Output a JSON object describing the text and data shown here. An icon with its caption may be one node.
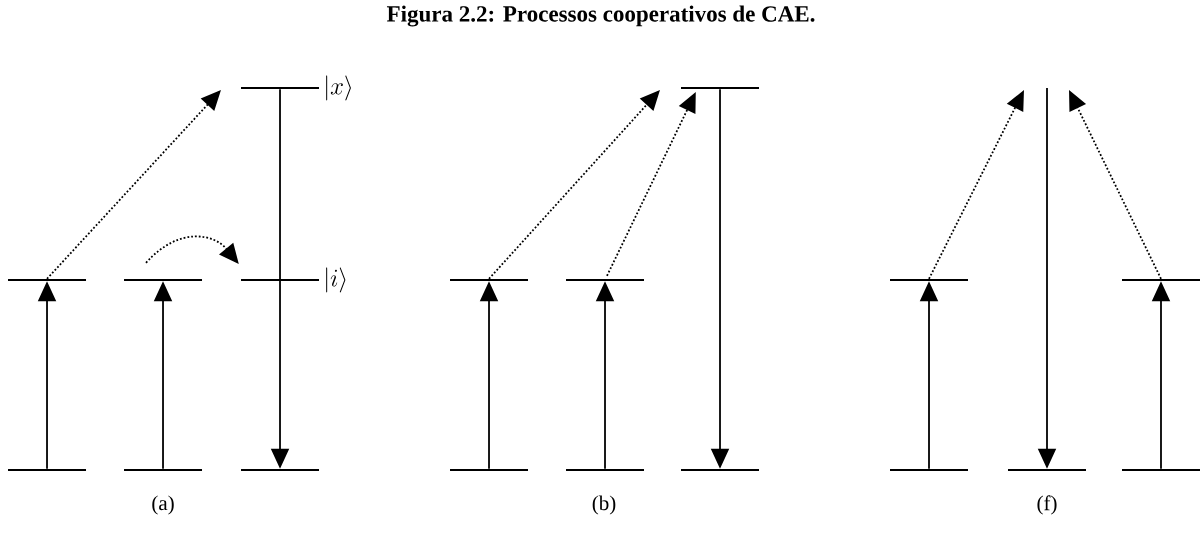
{
  "diagram": {
    "title": "Figura 2.2: Processos cooperativos de CAE.",
    "nodes": [
      {
        "text": [],
        "shape": "bar"
      },
      {
        "text": [],
        "shape": "bar"
      },
      {
        "text": [],
        "shape": "bar"
      },
      {
        "text": [],
        "shape": "bar"
      },
      {
        "text": [],
        "shape": "bar",
        "beside": [
          "|x\\rangle"
        ]
      },
      {
        "text": [],
        "shape": "bar",
        "beside": [
          "|i\\rangle"
        ]
      },
      {
        "text": [],
        "shape": "bar"
      },
      {
        "text": [],
        "shape": "bar"
      },
      {
        "text": [],
        "shape": "bar"
      },
      {
        "text": [],
        "shape": "bar"
      },
      {
        "text": [],
        "shape": "bar"
      },
      {
        "text": [],
        "shape": "bar"
      },
      {
        "text": [],
        "shape": "bar"
      },
      {
        "text": [],
        "shape": "bar"
      },
      {
        "text": [],
        "shape": "bar"
      },
      {
        "text": [],
        "shape": "bar"
      },
      {
        "text": [],
        "shape": "bar"
      },
      {
        "text": [],
        "shape": "bar"
      }
    ],
    "edges": [
      {
        "from": 0,
        "to": 1,
        "arrow": "to"
      },
      {
        "from": 2,
        "to": 3,
        "arrow": "to"
      },
      {
        "from": 4,
        "to": 6,
        "arrow": "to"
      },
      {
        "from": 1,
        "to": null,
        "arrow": "to",
        "style": "dashed"
      },
      {
        "from": 3,
        "to": 5,
        "arrow": "to",
        "style": "dashed"
      },
      {
        "from": 7,
        "to": 8,
        "arrow": "to"
      },
      {
        "from": 9,
        "to": 10,
        "arrow": "to"
      },
      {
        "from": 11,
        "to": 12,
        "arrow": "to"
      },
      {
        "from": 8,
        "to": null,
        "arrow": "to",
        "style": "dashed"
      },
      {
        "from": 10,
        "to": 11,
        "arrow": "to",
        "style": "dashed"
      },
      {
        "from": 13,
        "to": 14,
        "arrow": "to"
      },
      {
        "from": 16,
        "to": 17,
        "arrow": "to"
      },
      {
        "from": null,
        "to": 15,
        "arrow": "to"
      },
      {
        "from": 14,
        "to": null,
        "arrow": "to",
        "style": "dashed"
      },
      {
        "from": 17,
        "to": null,
        "arrow": "to",
        "style": "dashed"
      }
    ],
    "labels": [
      "(a)",
      "(b)",
      "(f)"
    ]
  }
}
